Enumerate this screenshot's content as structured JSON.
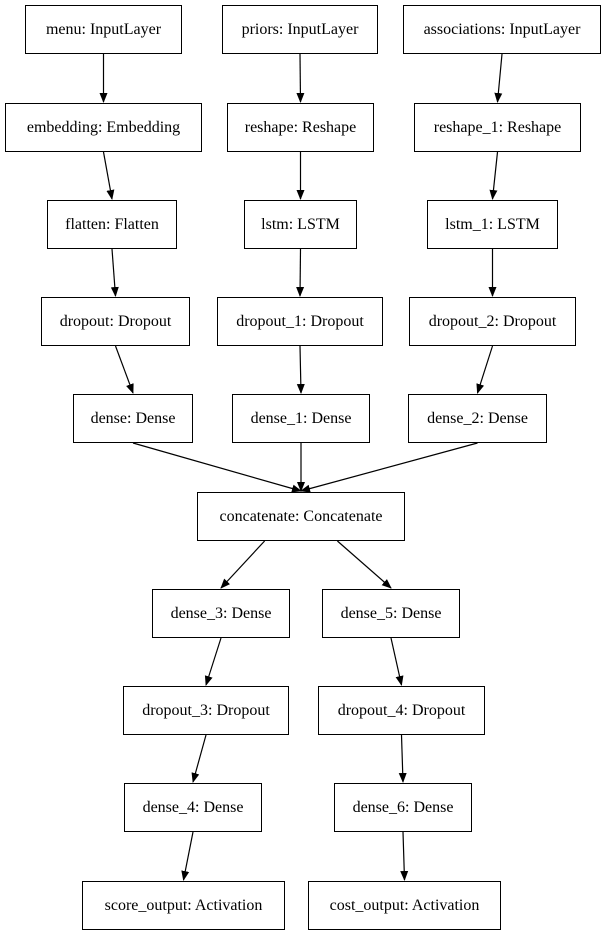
{
  "nodes": {
    "menu": "menu: InputLayer",
    "priors": "priors: InputLayer",
    "associations": "associations: InputLayer",
    "embedding": "embedding: Embedding",
    "reshape": "reshape: Reshape",
    "reshape_1": "reshape_1: Reshape",
    "flatten": "flatten: Flatten",
    "lstm": "lstm: LSTM",
    "lstm_1": "lstm_1: LSTM",
    "dropout": "dropout: Dropout",
    "dropout_1": "dropout_1: Dropout",
    "dropout_2": "dropout_2: Dropout",
    "dense": "dense: Dense",
    "dense_1": "dense_1: Dense",
    "dense_2": "dense_2: Dense",
    "concatenate": "concatenate: Concatenate",
    "dense_3": "dense_3: Dense",
    "dense_5": "dense_5: Dense",
    "dropout_3": "dropout_3: Dropout",
    "dropout_4": "dropout_4: Dropout",
    "dense_4": "dense_4: Dense",
    "dense_6": "dense_6: Dense",
    "score_output": "score_output: Activation",
    "cost_output": "cost_output: Activation"
  },
  "edges": [
    [
      "menu",
      "embedding"
    ],
    [
      "embedding",
      "flatten"
    ],
    [
      "flatten",
      "dropout"
    ],
    [
      "dropout",
      "dense"
    ],
    [
      "priors",
      "reshape"
    ],
    [
      "reshape",
      "lstm"
    ],
    [
      "lstm",
      "dropout_1"
    ],
    [
      "dropout_1",
      "dense_1"
    ],
    [
      "associations",
      "reshape_1"
    ],
    [
      "reshape_1",
      "lstm_1"
    ],
    [
      "lstm_1",
      "dropout_2"
    ],
    [
      "dropout_2",
      "dense_2"
    ],
    [
      "dense",
      "concatenate"
    ],
    [
      "dense_1",
      "concatenate"
    ],
    [
      "dense_2",
      "concatenate"
    ],
    [
      "concatenate",
      "dense_3"
    ],
    [
      "concatenate",
      "dense_5"
    ],
    [
      "dense_3",
      "dropout_3"
    ],
    [
      "dropout_3",
      "dense_4"
    ],
    [
      "dense_4",
      "score_output"
    ],
    [
      "dense_5",
      "dropout_4"
    ],
    [
      "dropout_4",
      "dense_6"
    ],
    [
      "dense_6",
      "cost_output"
    ]
  ]
}
